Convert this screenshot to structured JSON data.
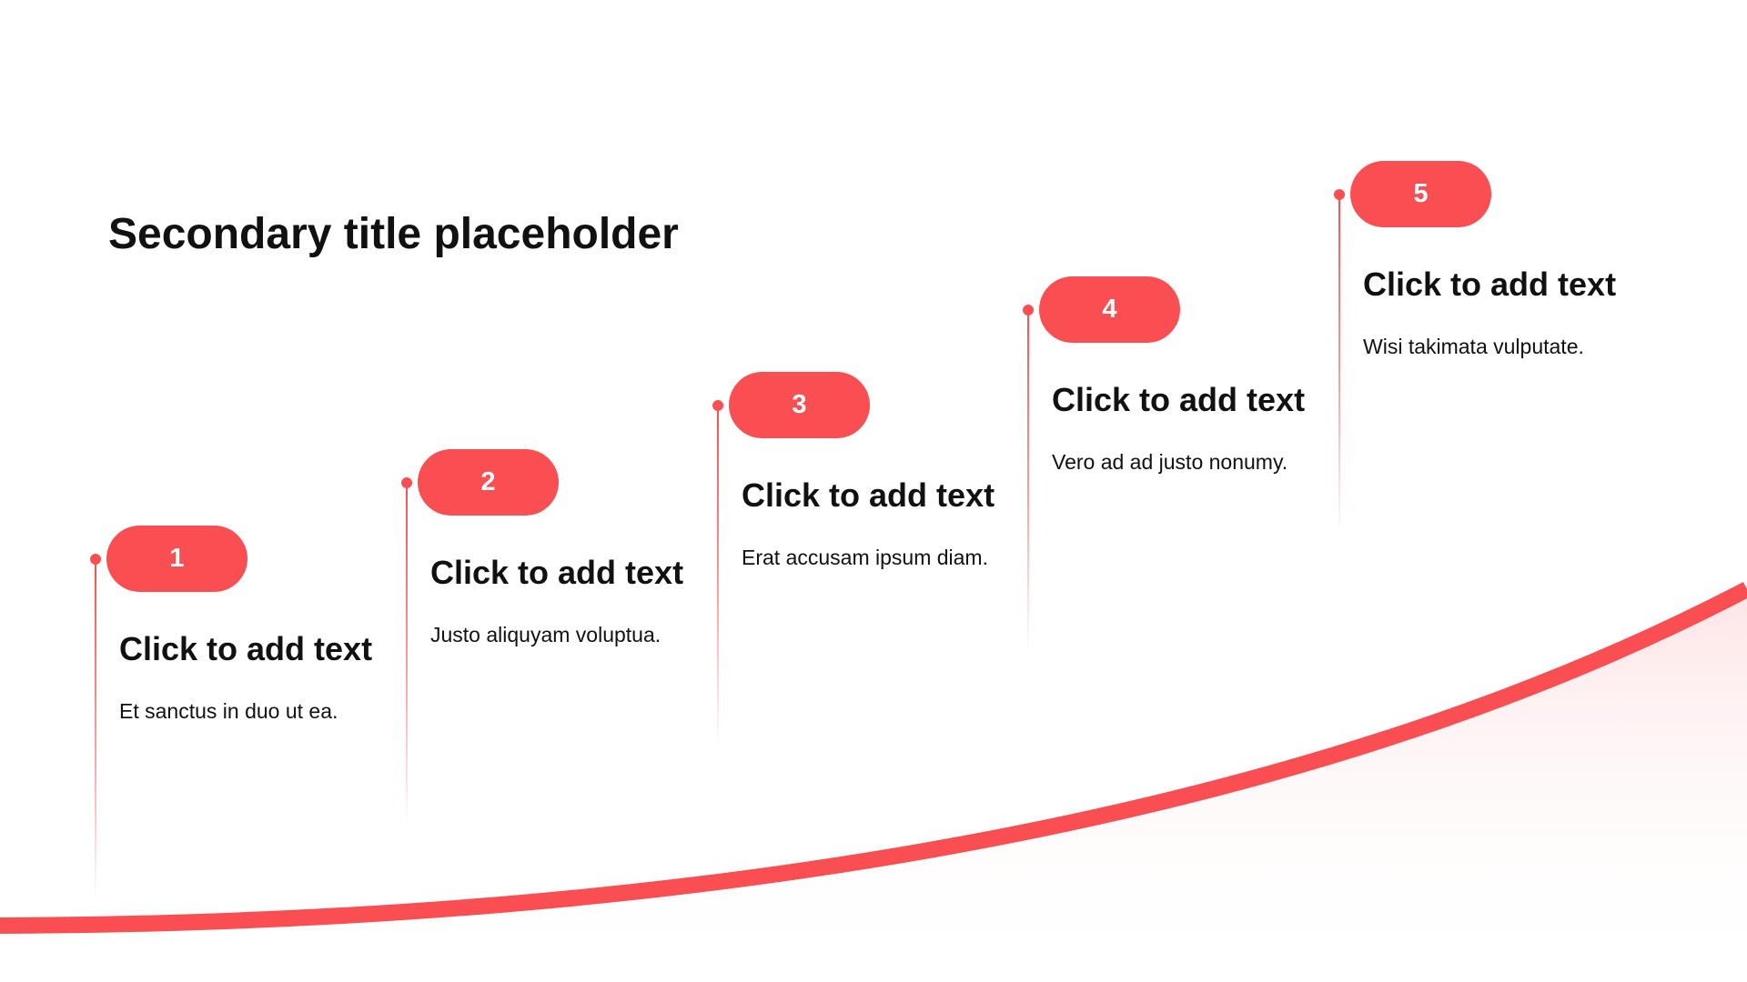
{
  "slide": {
    "title": "Secondary title placeholder"
  },
  "colors": {
    "accent": "#f94f52",
    "fill_light": "#fde3e4",
    "text": "#111111",
    "background": "#ffffff"
  },
  "steps": [
    {
      "number": "1",
      "heading": "Click to add text",
      "description": "Et sanctus in duo ut ea."
    },
    {
      "number": "2",
      "heading": "Click to add text",
      "description": "Justo aliquyam voluptua."
    },
    {
      "number": "3",
      "heading": "Click to add text",
      "description": "Erat accusam ipsum diam."
    },
    {
      "number": "4",
      "heading": "Click to add text",
      "description": "Vero ad ad justo nonumy."
    },
    {
      "number": "5",
      "heading": "Click to add text",
      "description": "Wisi takimata vulputate."
    }
  ]
}
